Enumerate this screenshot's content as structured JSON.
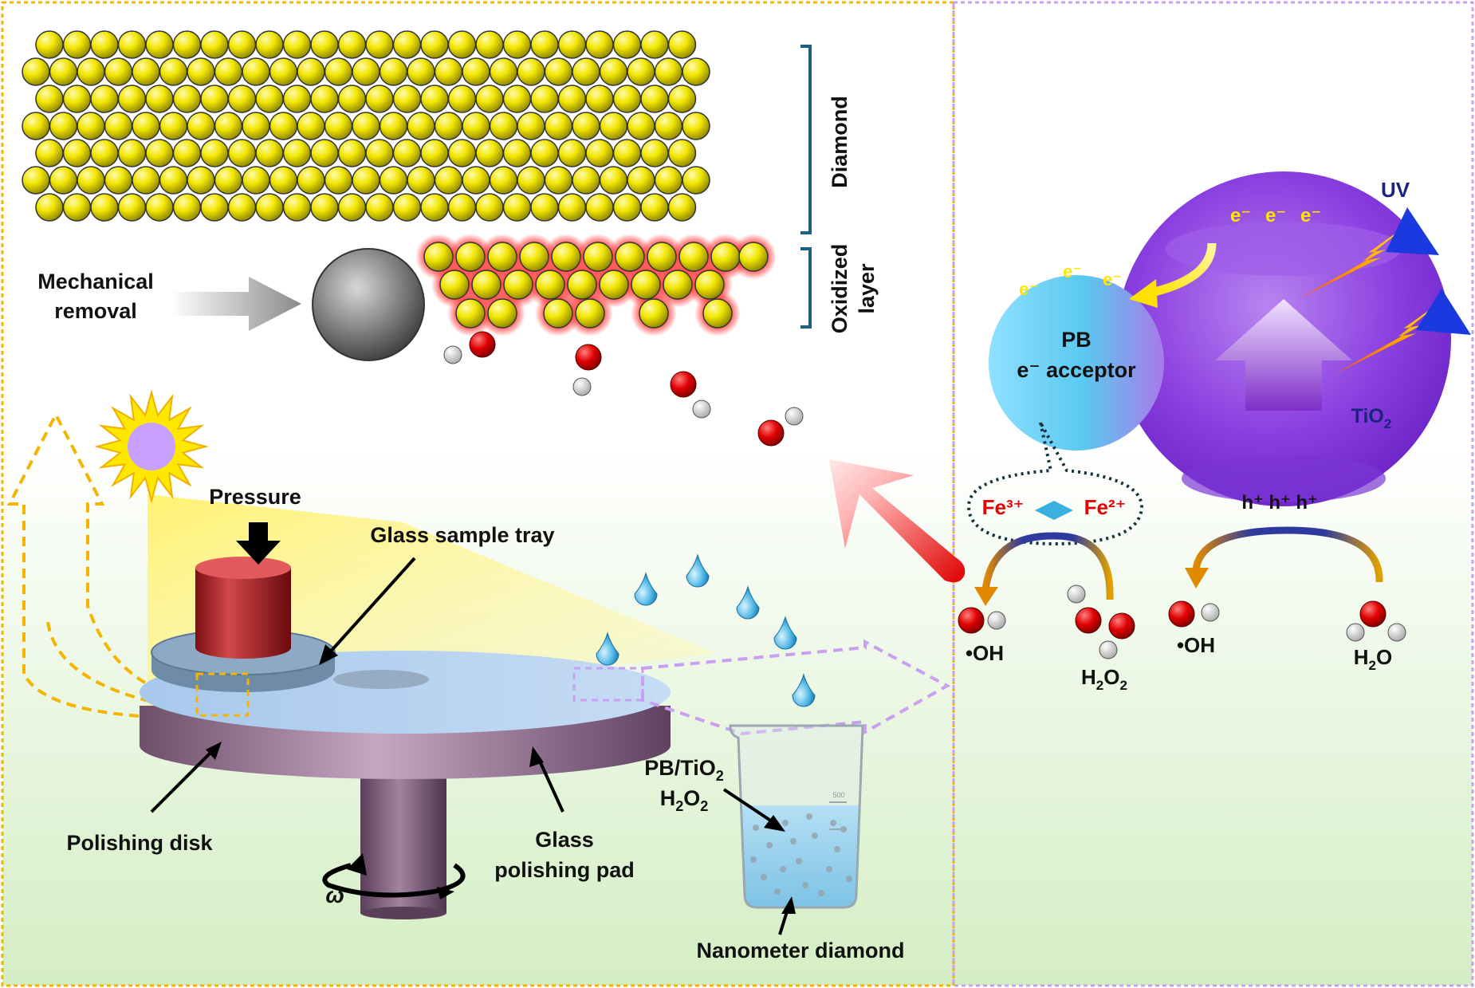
{
  "labels": {
    "diamond_layer": "Diamond",
    "oxidized_line1": "Oxidized",
    "oxidized_line2": "layer",
    "mechanical_line1": "Mechanical",
    "mechanical_line2": "removal",
    "pressure": "Pressure",
    "glass_sample_tray": "Glass sample tray",
    "polishing_disk": "Polishing disk",
    "glass_line1": "Glass",
    "glass_line2": "polishing pad",
    "omega": "ω",
    "slurry_line1": "PB/TiO",
    "slurry_line2": "H",
    "nanometer_diamond": "Nanometer diamond",
    "uv": "UV",
    "tio2": "TiO",
    "pb": "PB",
    "e_acceptor": "e⁻ acceptor",
    "electron": "e⁻",
    "hole": "h⁺",
    "fe3": "Fe³⁺",
    "fe2": "Fe²⁺",
    "oh_radical": "•OH",
    "h2o2": "H",
    "h2o": "H",
    "sub2": "2",
    "sub_o": "O",
    "beaker_mark": "500"
  },
  "colors": {
    "panel_left_border": "#f5b400",
    "panel_right_border": "#c9a0f0",
    "atom_yellow": "#f2e600",
    "tio2_purple": "#8a3ee0",
    "pb_blue": "#5ac8f0",
    "oxygen_red": "#e00000",
    "fe3_red": "#e60000",
    "label_navy": "#1a237e"
  }
}
